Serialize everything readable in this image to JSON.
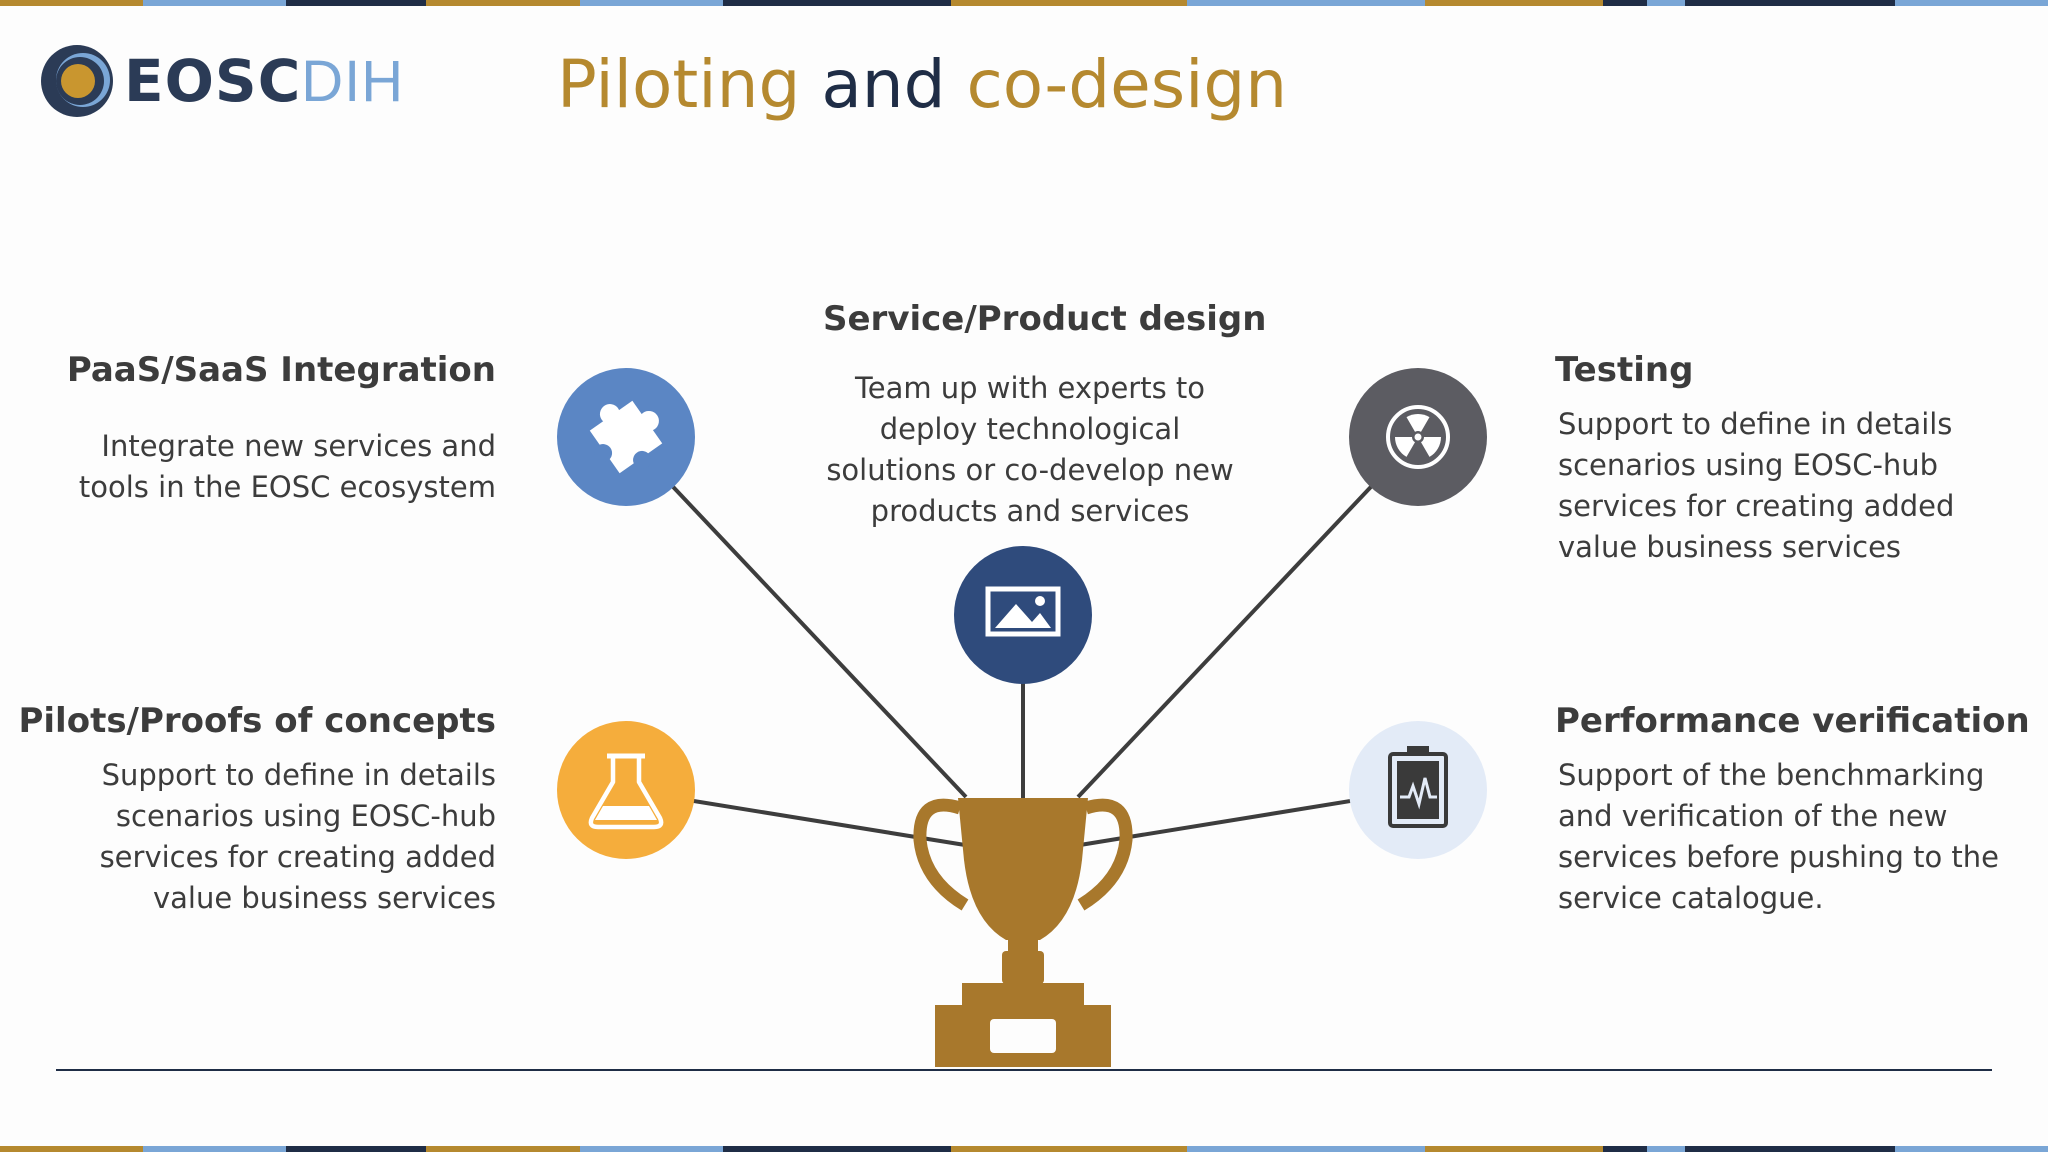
{
  "brand": {
    "logo_word_1": "EOSC",
    "logo_word_2": "DIH"
  },
  "title": {
    "part1": "Piloting",
    "part2": "and",
    "part3": "co-design"
  },
  "colors": {
    "gold": "#b5892f",
    "navy": "#1f2d46",
    "blue": "#5b86c4",
    "dark_blue": "#2f4b7c",
    "grey": "#5c5c62",
    "orange": "#f5ad3c",
    "pale_blue": "#e3ebf7",
    "trophy": "#a8782c"
  },
  "items": {
    "paas": {
      "heading": "PaaS/SaaS Integration",
      "desc": "Integrate new services and\ntools in the EOSC ecosystem",
      "icon": "puzzle-icon"
    },
    "service": {
      "heading": "Service/Product design",
      "desc": "Team up with experts to\ndeploy technological\nsolutions or co-develop new\nproducts and services",
      "icon": "image-icon"
    },
    "testing": {
      "heading": "Testing",
      "desc": "Support to define in details\nscenarios using EOSC-hub\nservices for creating added\nvalue business services",
      "icon": "radiation-icon"
    },
    "pilots": {
      "heading": "Pilots/Proofs of concepts",
      "desc": "Support to define in details\nscenarios using EOSC-hub\nservices for creating added\nvalue business services",
      "icon": "flask-icon"
    },
    "performance": {
      "heading": "Performance verification",
      "desc": "Support of the benchmarking\nand verification of the new\nservices before pushing to the\nservice catalogue.",
      "icon": "monitor-chart-icon"
    }
  },
  "center_icon": "trophy-icon"
}
